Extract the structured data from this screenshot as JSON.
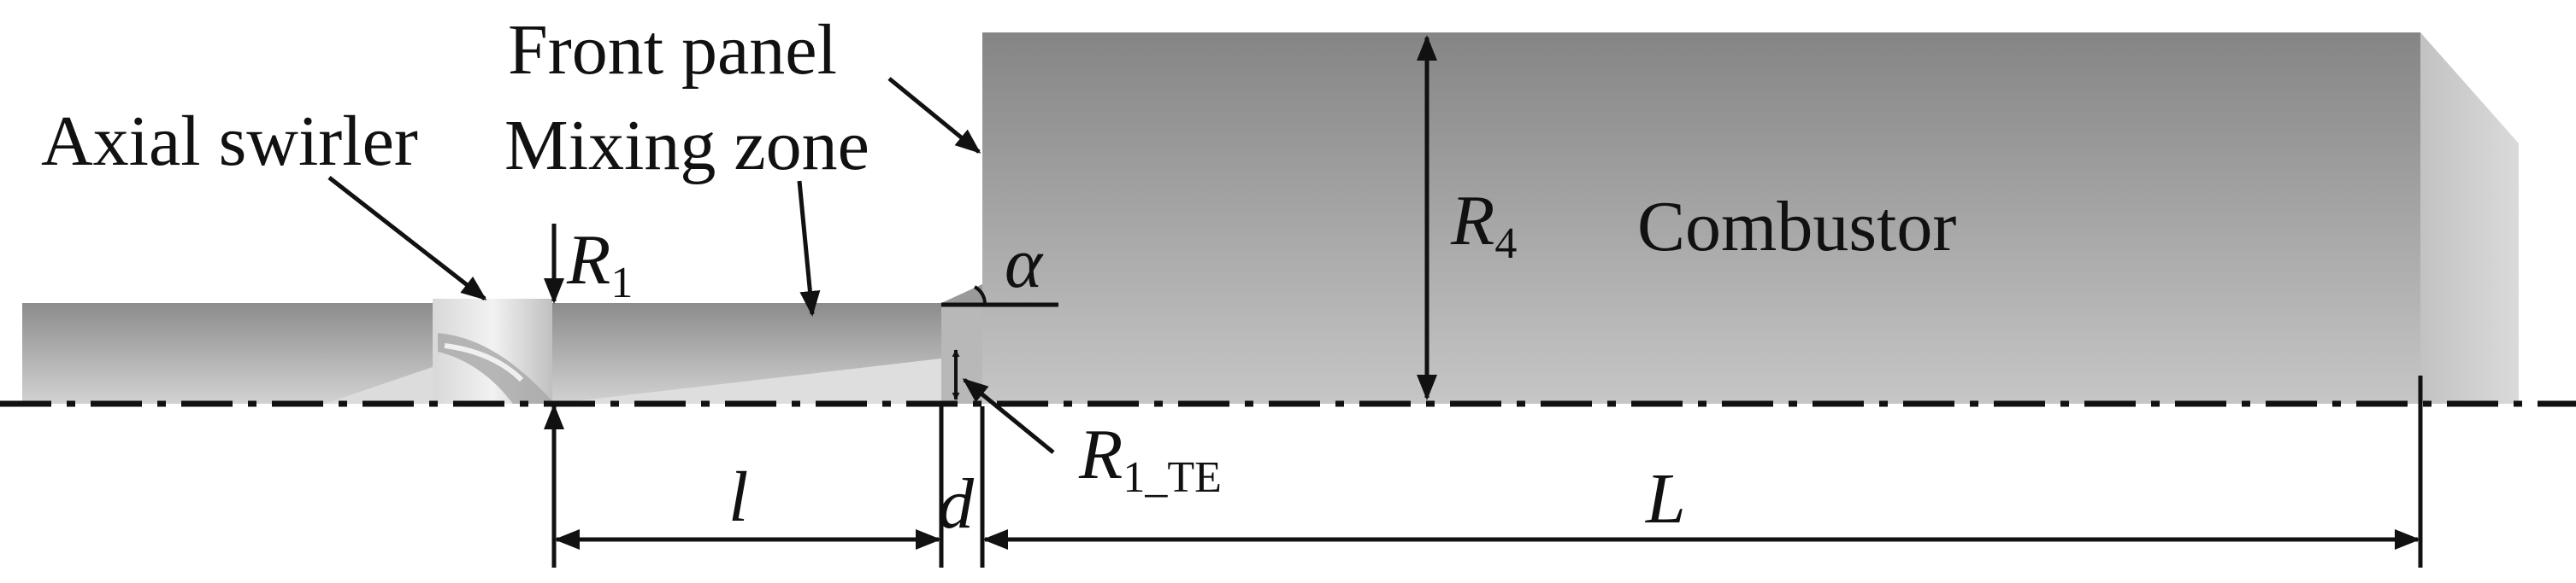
{
  "labels": {
    "front_panel": "Front panel",
    "axial_swirler": "Axial swirler",
    "mixing_zone": "Mixing zone",
    "combustor": "Combustor"
  },
  "symbols": {
    "R1": "R",
    "R1_sub": "1",
    "R4": "R",
    "R4_sub": "4",
    "alpha": "α",
    "R1TE": "R",
    "R1TE_sub": "1_TE",
    "l": "l",
    "d": "d",
    "L": "L"
  },
  "colors": {
    "ink": "#111111",
    "combustor_top": "#8a8a8a",
    "combustor_bottom": "#c4c4c4",
    "tube_top": "#8e8e8e",
    "tube_bottom": "#cdcdcd",
    "swirler_light": "#e6e6e6"
  }
}
